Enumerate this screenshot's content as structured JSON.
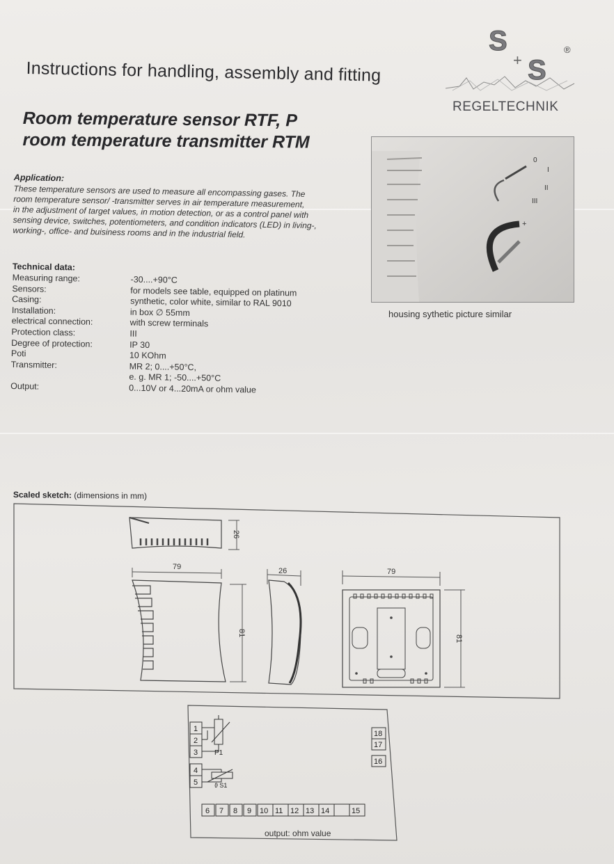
{
  "header": {
    "title": "Instructions for handling, assembly and fitting",
    "product_line1": "Room temperature sensor RTF, P",
    "product_line2": "room temperature transmitter RTM"
  },
  "logo": {
    "letter_top": "S",
    "plus": "+",
    "letter_bottom": "S",
    "registered": "®",
    "brand_text": "REGELTECHNIK"
  },
  "photo": {
    "caption": "housing sythetic picture similar",
    "dial_marks": [
      "0",
      "I",
      "II",
      "III"
    ],
    "plus_mark": "+"
  },
  "application": {
    "heading": "Application:",
    "lines": [
      "These temperature sensors are used to measure all encompassing gases. The",
      "room temperature sensor/ -transmitter serves in air temperature measurement,",
      "in the adjustment of target values, in motion detection, or as a control panel with",
      "sensing device, switches, potentiometers, and condition indicators (LED) in living-,",
      "working-, office- and buisiness rooms and in the industrial field."
    ]
  },
  "technical": {
    "heading": "Technical data:",
    "rows": [
      {
        "label": "Measuring range:",
        "value": "-30....+90°C"
      },
      {
        "label": "Sensors:",
        "value": "for models see table, equipped on platinum"
      },
      {
        "label": "Casing:",
        "value": "synthetic, color white, similar to RAL 9010"
      },
      {
        "label": "Installation:",
        "value": "in box ∅ 55mm"
      },
      {
        "label": "electrical connection:",
        "value": "with screw terminals"
      },
      {
        "label": "Protection class:",
        "value": "III"
      },
      {
        "label": "Degree of protection:",
        "value": "IP 30"
      },
      {
        "label": "Poti",
        "value": "10 KOhm"
      },
      {
        "label": "Transmitter:",
        "value": "MR 2;  0....+50°C,"
      },
      {
        "label": "",
        "value": "e. g. MR 1;  -50....+50°C"
      },
      {
        "label": "Output:",
        "value": "0...10V or 4...20mA or ohm value"
      }
    ]
  },
  "sketch": {
    "label_bold": "Scaled sketch:",
    "label_rest": " (dimensions in mm)",
    "dims": {
      "top_height": "26",
      "front_width": "79",
      "front_height": "81",
      "side_depth": "26",
      "back_width": "79",
      "back_height": "81"
    }
  },
  "wiring": {
    "left_terminals": [
      "1",
      "2",
      "3",
      "4",
      "5"
    ],
    "right_terminals": [
      "18",
      "17",
      "16"
    ],
    "bottom_terminals": [
      "6",
      "7",
      "8",
      "9",
      "10",
      "11",
      "12",
      "13",
      "14",
      "15"
    ],
    "p1_label": "P1",
    "s1_label": "ϑ S1",
    "caption": "output: ohm value"
  }
}
